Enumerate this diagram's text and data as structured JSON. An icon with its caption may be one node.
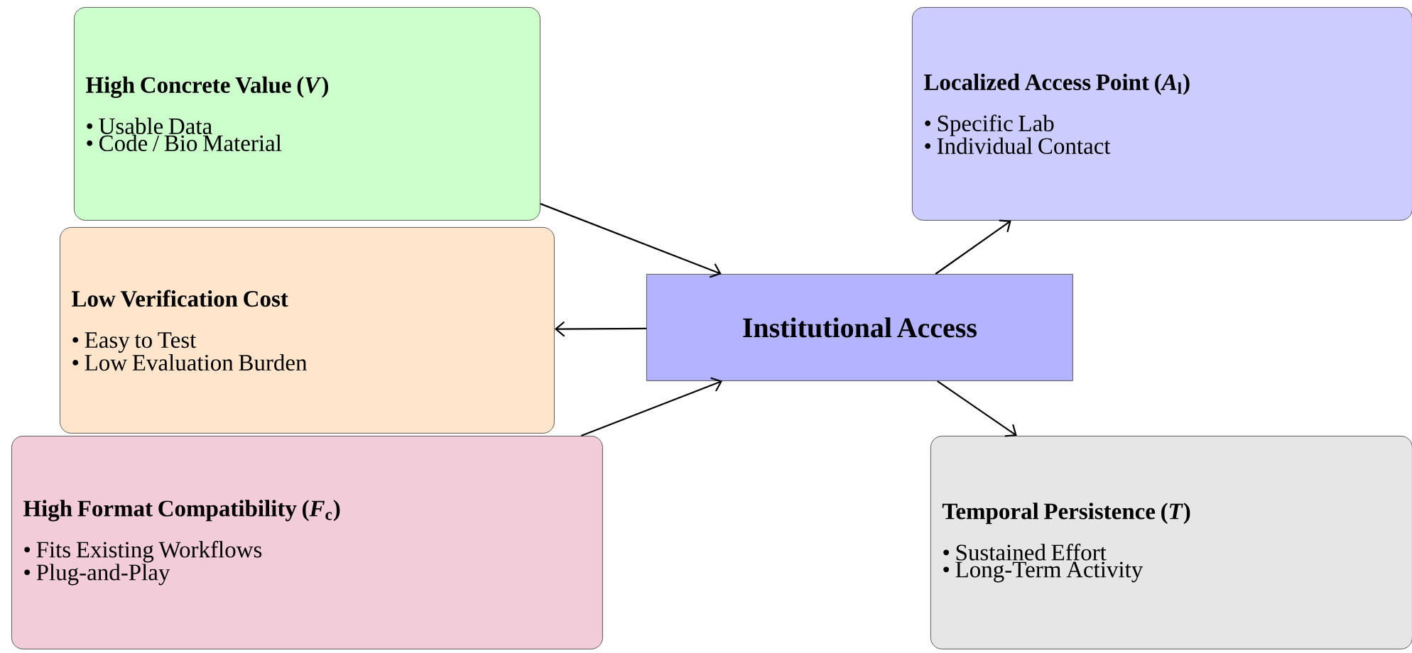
{
  "diagram": {
    "nodes": [
      {
        "text": [
          "High Concrete Value (*V*)",
          "• Usable Data",
          "• Code / Bio Material"
        ]
      },
      {
        "text": [
          "Localized Access Point (*A*$_{l}$)",
          "• Specific Lab",
          "• Individual Contact"
        ]
      },
      {
        "text": [
          "Low Verification Cost",
          "• Easy to Test",
          "• Low Evaluation Burden"
        ]
      },
      {
        "text": [
          "Institutional Access"
        ]
      },
      {
        "text": [
          "High Format Compatibility (*F*$_{c}$)",
          "• Fits Existing Workflows",
          "• Plug-and-Play"
        ]
      },
      {
        "text": [
          "Temporal Persistence (*T*)",
          "• Sustained Effort",
          "• Long-Term Activity"
        ]
      }
    ],
    "edges": [
      {
        "from": 0,
        "to": 3,
        "arrow": "to"
      },
      {
        "from": 4,
        "to": 3,
        "arrow": "to"
      },
      {
        "from": 3,
        "to": 2,
        "arrow": "to"
      },
      {
        "from": 3,
        "to": 1,
        "arrow": "to"
      },
      {
        "from": 3,
        "to": 5,
        "arrow": "to"
      }
    ]
  }
}
